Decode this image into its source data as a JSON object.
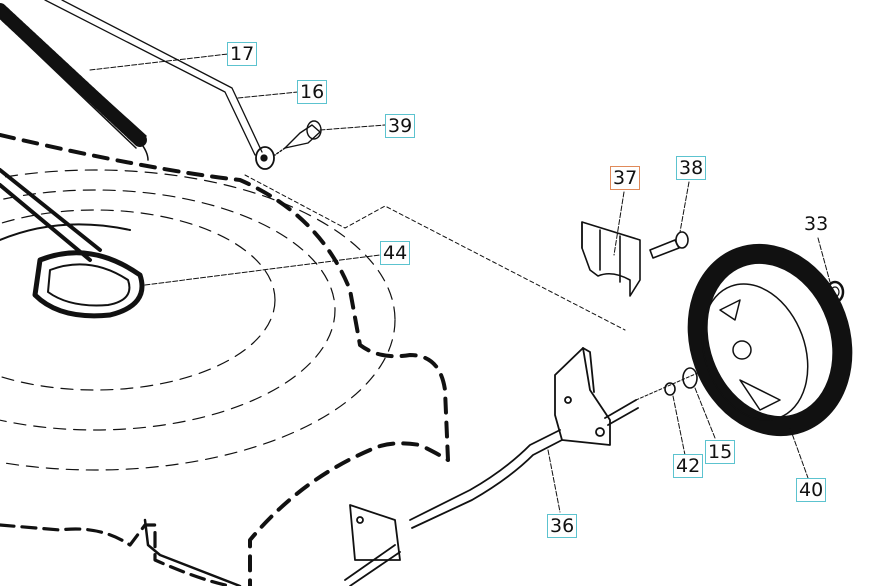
{
  "diagram": {
    "title": "Lawn mower front wheel exploded parts diagram",
    "colors": {
      "callout_border": "#5cc3cf",
      "highlight_border": "#e08a5a",
      "line": "#111111"
    },
    "callouts": [
      {
        "id": "17",
        "label": "17",
        "part": "spring",
        "boxed": true,
        "highlighted": false
      },
      {
        "id": "16",
        "label": "16",
        "part": "rod",
        "boxed": true,
        "highlighted": false
      },
      {
        "id": "39",
        "label": "39",
        "part": "screw",
        "boxed": true,
        "highlighted": false
      },
      {
        "id": "44",
        "label": "44",
        "part": "deck",
        "boxed": true,
        "highlighted": false
      },
      {
        "id": "37",
        "label": "37",
        "part": "bracket",
        "boxed": true,
        "highlighted": true
      },
      {
        "id": "38",
        "label": "38",
        "part": "bolt",
        "boxed": true,
        "highlighted": false
      },
      {
        "id": "33",
        "label": "33",
        "part": "nut",
        "boxed": false,
        "highlighted": false
      },
      {
        "id": "42",
        "label": "42",
        "part": "lock-washer",
        "boxed": true,
        "highlighted": false
      },
      {
        "id": "15",
        "label": "15",
        "part": "washer",
        "boxed": true,
        "highlighted": false
      },
      {
        "id": "40",
        "label": "40",
        "part": "wheel",
        "boxed": true,
        "highlighted": false
      },
      {
        "id": "36",
        "label": "36",
        "part": "axle",
        "boxed": true,
        "highlighted": false
      }
    ]
  }
}
